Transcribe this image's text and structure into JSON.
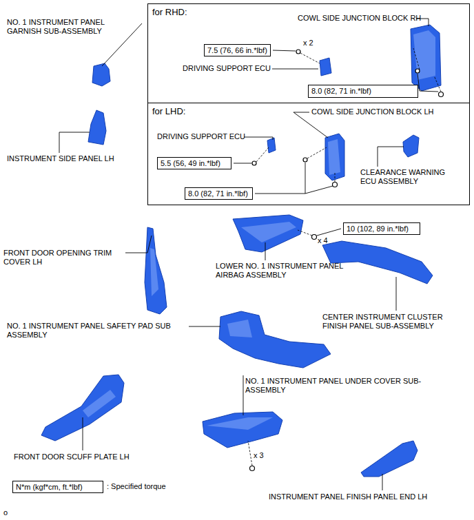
{
  "diagram": {
    "nodes": [
      {
        "text": [
          "for RHD:"
        ]
      },
      {
        "text": [
          "7.5 (76, 66 in.*lbf)"
        ],
        "in": 0
      },
      {
        "text": [
          "8.0 (82, 71 in.*lbf)"
        ],
        "in": 0
      },
      {
        "text": [
          "for LHD:"
        ]
      },
      {
        "text": [
          "5.5 (56, 49 in.*lbf)"
        ],
        "in": 3
      },
      {
        "text": [
          "8.0 (82, 71 in.*lbf)"
        ],
        "in": 3
      },
      {
        "text": [
          "10 (102, 89 in.*lbf)"
        ]
      },
      {
        "text": [
          "N*m (kgf*cm, ft.*lbf)"
        ]
      }
    ],
    "labels": [
      "NO. 1 INSTRUMENT PANEL GARNISH SUB-ASSEMBLY",
      "COWL SIDE JUNCTION BLOCK RH",
      "x 2",
      "DRIVING SUPPORT ECU",
      "INSTRUMENT SIDE PANEL LH",
      "COWL SIDE JUNCTION BLOCK LH",
      "DRIVING SUPPORT ECU",
      "CLEARANCE WARNING ECU ASSEMBLY",
      "FRONT DOOR OPENING TRIM COVER LH",
      "x 4",
      "LOWER NO. 1 INSTRUMENT PANEL AIRBAG ASSEMBLY",
      "CENTER INSTRUMENT CLUSTER FINISH PANEL SUB-ASSEMBLY",
      "NO. 1 INSTRUMENT PANEL SAFETY PAD SUB ASSEMBLY",
      "NO. 1 INSTRUMENT PANEL UNDER COVER SUB-ASSEMBLY",
      "FRONT DOOR SCUFF PLATE LH",
      "x 3",
      "INSTRUMENT PANEL FINISH PANEL END LH",
      ": Specified torque",
      "o"
    ]
  }
}
